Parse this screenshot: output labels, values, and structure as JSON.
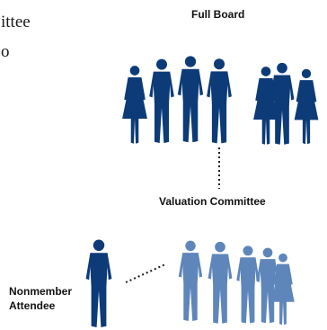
{
  "clipped_text": {
    "line1": "ittee",
    "line2": "o"
  },
  "labels": {
    "full_board": "Full Board",
    "valuation_committee": "Valuation Committee",
    "nonmember_line1": "Nonmember",
    "nonmember_line2": "Attendee"
  },
  "colors": {
    "full_board_figures": "#0c3b78",
    "committee_figures": "#5e86bb",
    "nonmember_figure": "#0c3b78",
    "connector": "#1a1a1a"
  },
  "icons": {
    "full_board_group": "people-group-icon",
    "committee_group": "people-group-icon",
    "nonmember": "person-icon"
  }
}
